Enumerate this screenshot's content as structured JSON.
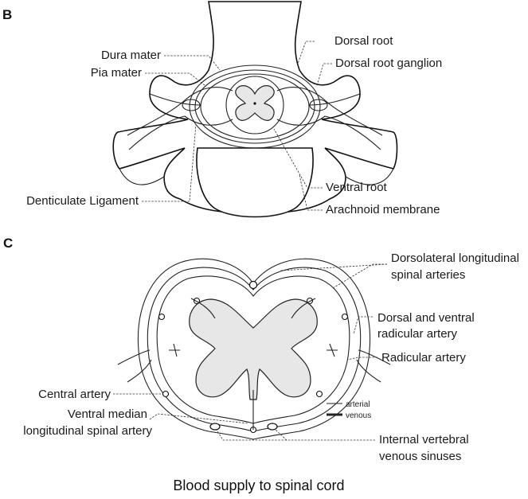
{
  "panels": {
    "b": "B",
    "c": "C"
  },
  "b_labels": {
    "dura_mater": "Dura mater",
    "pia_mater": "Pia mater",
    "dorsal_root": "Dorsal root",
    "dorsal_root_ganglion": "Dorsal root ganglion",
    "denticulate_ligament": "Denticulate Ligament",
    "ventral_root": "Ventral root",
    "arachnoid_membrane": "Arachnoid membrane"
  },
  "c_labels": {
    "dorsolateral_line1": "Dorsolateral longitudinal",
    "dorsolateral_line2": "spinal arteries",
    "dorsal_ventral_line1": "Dorsal and ventral",
    "dorsal_ventral_line2": "radicular artery",
    "radicular_artery": "Radicular artery",
    "central_artery": "Central artery",
    "ventral_median_line1": "Ventral median",
    "ventral_median_line2": "longitudinal spinal artery",
    "internal_vertebral_line1": "Internal vertebral",
    "internal_vertebral_line2": "venous sinuses"
  },
  "legend": {
    "arterial": "arterial",
    "venous": "venous"
  },
  "caption": "Blood supply to spinal cord"
}
